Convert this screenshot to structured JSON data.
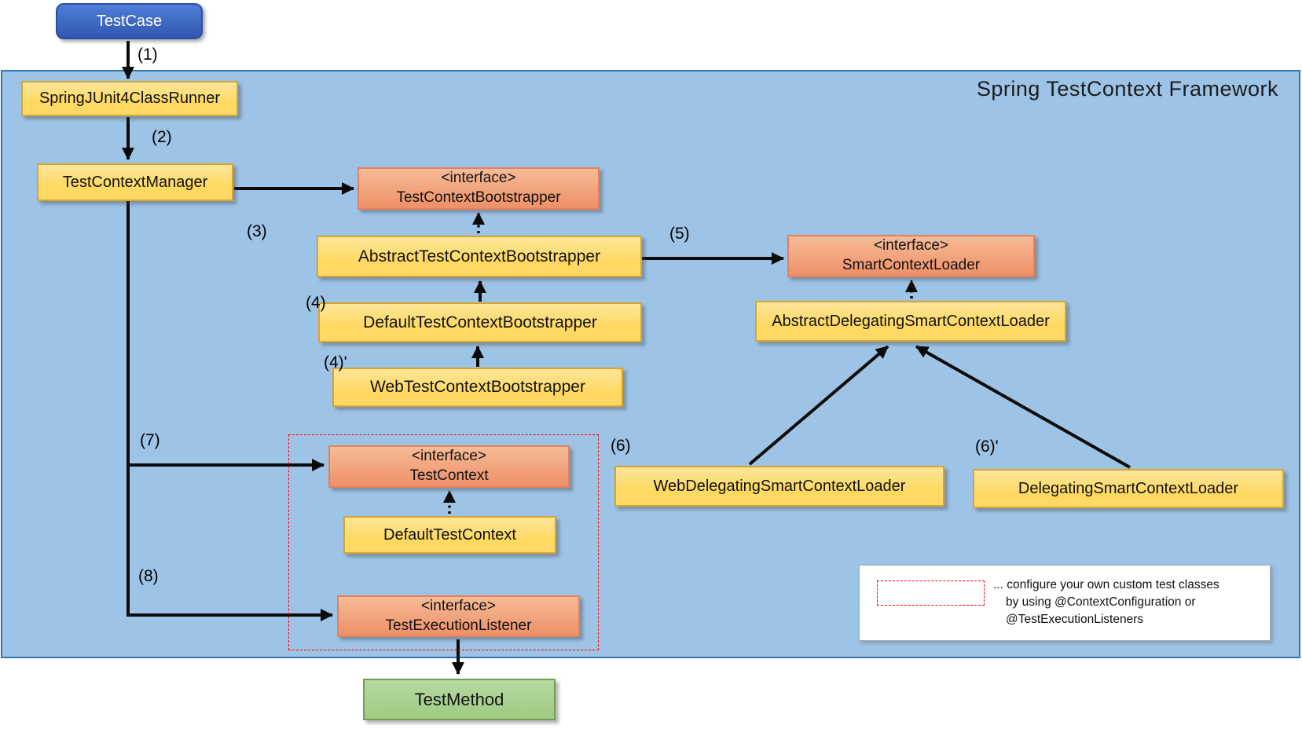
{
  "panel": {
    "title": "Spring TestContext Framework"
  },
  "boxes": {
    "testcase": {
      "label": "TestCase"
    },
    "runner": {
      "label": "SpringJUnit4ClassRunner"
    },
    "manager": {
      "label": "TestContextManager"
    },
    "iface_bootstrapper": {
      "stereotype": "<interface>",
      "label": "TestContextBootstrapper"
    },
    "abstract_bootstrapper": {
      "label": "AbstractTestContextBootstrapper"
    },
    "default_bootstrapper": {
      "label": "DefaultTestContextBootstrapper"
    },
    "web_bootstrapper": {
      "label": "WebTestContextBootstrapper"
    },
    "iface_smart_loader": {
      "stereotype": "<interface>",
      "label": "SmartContextLoader"
    },
    "abstract_delegating_loader": {
      "label": "AbstractDelegatingSmartContextLoader"
    },
    "web_delegating_loader": {
      "label": "WebDelegatingSmartContextLoader"
    },
    "delegating_loader": {
      "label": "DelegatingSmartContextLoader"
    },
    "iface_test_context": {
      "stereotype": "<interface>",
      "label": "TestContext"
    },
    "default_test_context": {
      "label": "DefaultTestContext"
    },
    "iface_execution_listener": {
      "stereotype": "<interface>",
      "label": "TestExecutionListener"
    },
    "test_method": {
      "label": "TestMethod"
    }
  },
  "step_labels": {
    "s1": "(1)",
    "s2": "(2)",
    "s3": "(3)",
    "s4": "(4)",
    "s4p": "(4)'",
    "s5": "(5)",
    "s6": "(6)",
    "s6p": "(6)'",
    "s7": "(7)",
    "s8": "(8)"
  },
  "legend": {
    "line1": "... configure your own custom test classes",
    "line2": "by using @ContextConfiguration or",
    "line3": "@TestExecutionListeners"
  },
  "colors": {
    "panel_fill": "#9DC3E6",
    "panel_border": "#2E75B6",
    "class_fill": "#FFD966",
    "class_border": "#D6A52C",
    "interface_fill": "#EE9068",
    "interface_border": "#E5805A",
    "actor_fill": "#3E68C6",
    "method_fill": "#A9D18E",
    "method_border": "#6EA050",
    "highlight_dash": "#FF0000",
    "arrow": "#0A0A0A"
  }
}
